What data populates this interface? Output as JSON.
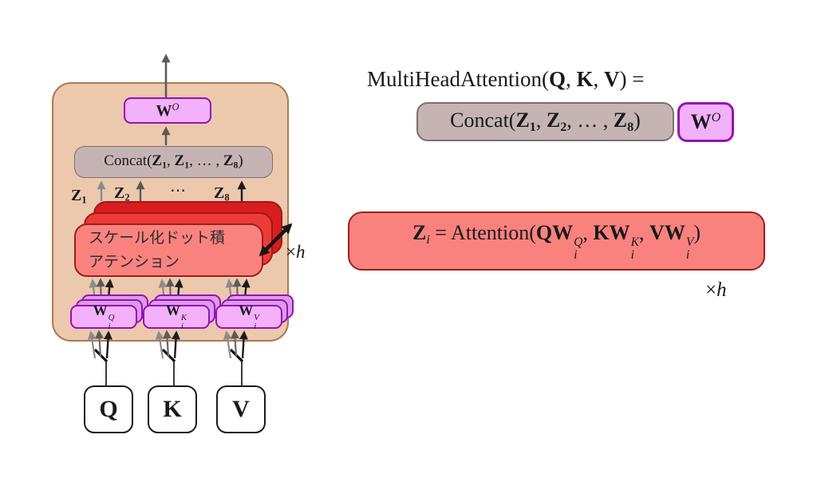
{
  "diagram": {
    "wo_label": [
      [
        "b",
        "W"
      ],
      [
        "sup",
        "O"
      ]
    ],
    "concat_label": [
      [
        "t",
        "Concat("
      ],
      [
        "b",
        "Z"
      ],
      [
        "sub",
        "1"
      ],
      [
        "t",
        ", "
      ],
      [
        "b",
        "Z"
      ],
      [
        "sub",
        "1"
      ],
      [
        "t",
        ", … , "
      ],
      [
        "b",
        "Z"
      ],
      [
        "sub",
        "8"
      ],
      [
        "t",
        ")"
      ]
    ],
    "z1": [
      [
        "b",
        "Z"
      ],
      [
        "sub",
        "1"
      ]
    ],
    "z2": [
      [
        "b",
        "Z"
      ],
      [
        "sub",
        "2"
      ]
    ],
    "zdots": [
      [
        "t",
        "⋯"
      ]
    ],
    "z8": [
      [
        "b",
        "Z"
      ],
      [
        "sub",
        "8"
      ]
    ],
    "sdpa_line1": "スケール化ドット積",
    "sdpa_line2": "アテンション",
    "times_h": [
      [
        "t",
        "×"
      ],
      [
        "i",
        "h"
      ]
    ],
    "wq": [
      [
        "b",
        "W"
      ],
      [
        "ss",
        "i",
        "Q"
      ]
    ],
    "wk": [
      [
        "b",
        "W"
      ],
      [
        "ss",
        "i",
        "K"
      ]
    ],
    "wv": [
      [
        "b",
        "W"
      ],
      [
        "ss",
        "i",
        "V"
      ]
    ],
    "q": "Q",
    "k": "K",
    "v": "V"
  },
  "formulas": {
    "mha": [
      [
        "t",
        "MultiHeadAttention("
      ],
      [
        "b",
        "Q"
      ],
      [
        "t",
        ", "
      ],
      [
        "b",
        "K"
      ],
      [
        "t",
        ", "
      ],
      [
        "b",
        "V"
      ],
      [
        "t",
        ") ="
      ]
    ],
    "concat_chip": [
      [
        "t",
        "Concat("
      ],
      [
        "b",
        "Z"
      ],
      [
        "sub",
        "1"
      ],
      [
        "t",
        ", "
      ],
      [
        "b",
        "Z"
      ],
      [
        "sub",
        "2"
      ],
      [
        "t",
        ", … , "
      ],
      [
        "b",
        "Z"
      ],
      [
        "sub",
        "8"
      ],
      [
        "t",
        ")"
      ]
    ],
    "wo_chip": [
      [
        "b",
        "W"
      ],
      [
        "sup",
        "O"
      ]
    ],
    "z_eq": [
      [
        "b",
        "Z"
      ],
      [
        "subi",
        "i"
      ],
      [
        "t",
        " = Attention("
      ],
      [
        "b",
        "QW"
      ],
      [
        "ss",
        "i",
        "Q"
      ],
      [
        "t",
        ", "
      ],
      [
        "b",
        "KW"
      ],
      [
        "ss",
        "i",
        "K"
      ],
      [
        "t",
        ", "
      ],
      [
        "b",
        "VW"
      ],
      [
        "ss",
        "i",
        "V"
      ],
      [
        "t",
        ")"
      ]
    ],
    "times_h": [
      [
        "t",
        "×"
      ],
      [
        "i",
        "h"
      ]
    ]
  },
  "colors": {
    "background": "#ffffff",
    "container_fill": "#ecc9ad",
    "container_border": "#a87c55",
    "purple_fill": "#f3b0fb",
    "purple_back_fill": "#dc9ae9",
    "purple_border": "#9313b4",
    "gray_box_fill": "#c6b4b4",
    "gray_box_border": "#7e6e6e",
    "red_front": "#f9827e",
    "red_middle": "#ed3b38",
    "red_back": "#d71d20",
    "red_border": "#98201c",
    "input_box_border": "#1b1b1b",
    "arrow_gray": "#8b8b8b",
    "arrow_dark": "#5a5a5a",
    "arrow_black": "#1b1b1b"
  }
}
